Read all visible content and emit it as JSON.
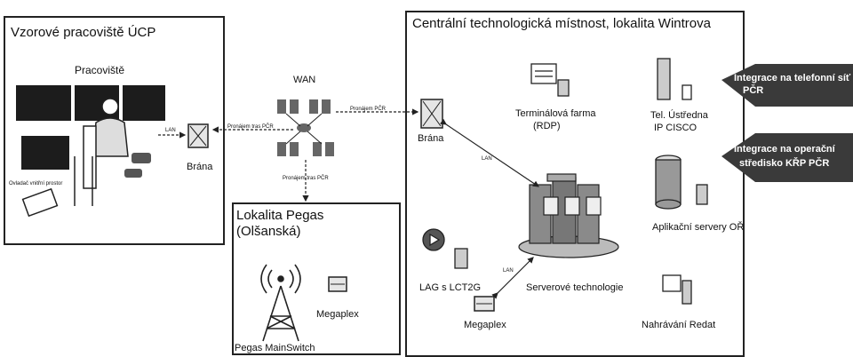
{
  "workplace": {
    "title": "Vzorové pracoviště ÚCP",
    "label": "Pracoviště",
    "gate": "Brána",
    "lan": "LAN",
    "device": "Ovladač vnitřní prostor"
  },
  "wan": {
    "label": "WAN",
    "link_left": "Pronájem tras PČR",
    "link_right": "Pronájem PČR",
    "link_down": "Pronájem tras PČR"
  },
  "pegas": {
    "title_line1": "Lokalita Pegas",
    "title_line2": "(Olšanská)",
    "megaplex": "Megaplex",
    "mainswitch": "Pegas MainSwitch"
  },
  "central": {
    "title": "Centrální technologická místnost, lokalita Wintrova",
    "gate": "Brána",
    "terminal_line1": "Terminálová farma",
    "terminal_line2": "(RDP)",
    "phone_line1": "Tel. Ústředna",
    "phone_line2": "IP CISCO",
    "apps": "Aplikační servery OŘ",
    "servers": "Serverové technologie",
    "lag": "LAG s LCT2G",
    "megaplex": "Megaplex",
    "recording": "Nahrávání Redat",
    "lan_a": "LAN",
    "lan_b": "LAN"
  },
  "banners": {
    "phone_line1": "Integrace na telefonní síť",
    "phone_line2": "PČR",
    "ops_line1": "Integrace na operační",
    "ops_line2": "středisko KŘP PČR"
  },
  "colors": {
    "banner": "#3a3a3a",
    "screen": "#1c1c1c",
    "stroke": "#222222"
  }
}
